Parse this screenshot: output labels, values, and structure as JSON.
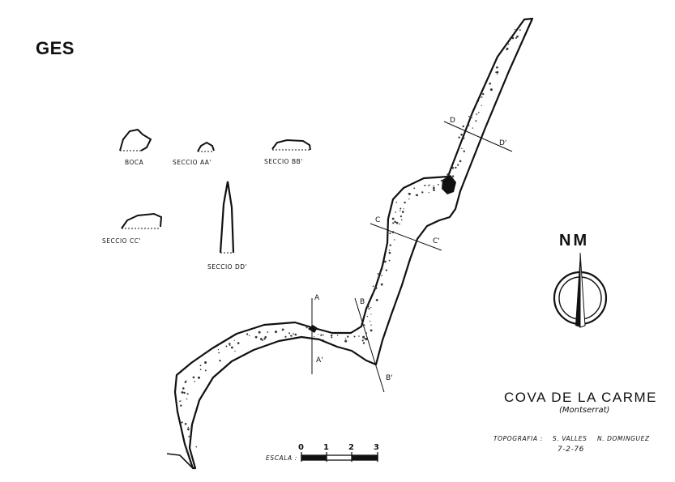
{
  "header": {
    "org": "GES"
  },
  "title": {
    "name": "COVA DE LA CARME",
    "place": "(Montserrat)"
  },
  "credits": {
    "label": "TOPOGRAFIA :",
    "author1": "S. VALLES",
    "author2": "N. DOMINGUEZ",
    "date": "7-2-76"
  },
  "sections": {
    "boca": "BOCA",
    "aa": "SECCIO AA'",
    "bb": "SECCIO BB'",
    "cc": "SECCIO CC'",
    "dd": "SECCIO DD'"
  },
  "section_marks": {
    "a": "A",
    "a2": "A'",
    "b": "B",
    "b2": "B'",
    "c": "C",
    "c2": "C'",
    "d": "D",
    "d2": "D'"
  },
  "north": {
    "label": "NM"
  },
  "scale": {
    "label": "ESCALA :",
    "ticks": [
      "0",
      "1",
      "2",
      "3"
    ]
  },
  "colors": {
    "ink": "#111111",
    "paper": "#ffffff"
  }
}
